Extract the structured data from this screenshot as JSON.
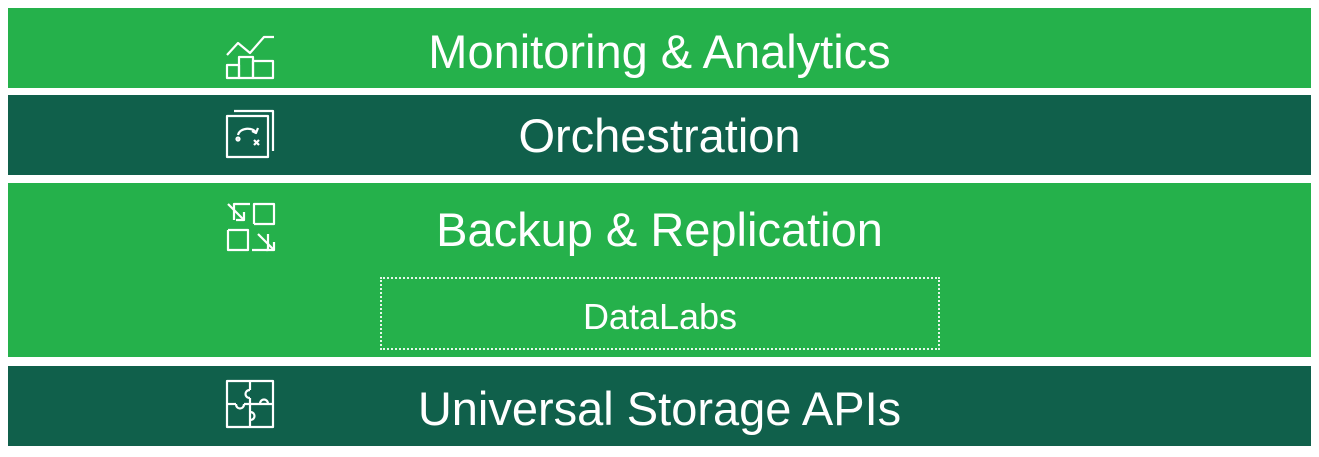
{
  "colors": {
    "light_green": "#25b14b",
    "dark_green": "#10604b",
    "text": "#ffffff"
  },
  "layers": [
    {
      "label": "Monitoring & Analytics",
      "icon": "chart-icon",
      "color": "#25b14b"
    },
    {
      "label": "Orchestration",
      "icon": "orchestration-icon",
      "color": "#10604b"
    },
    {
      "label": "Backup & Replication",
      "icon": "replication-arrows-icon",
      "color": "#25b14b",
      "sub": {
        "label": "DataLabs"
      }
    },
    {
      "label": "Universal Storage APIs",
      "icon": "puzzle-icon",
      "color": "#10604b"
    }
  ]
}
